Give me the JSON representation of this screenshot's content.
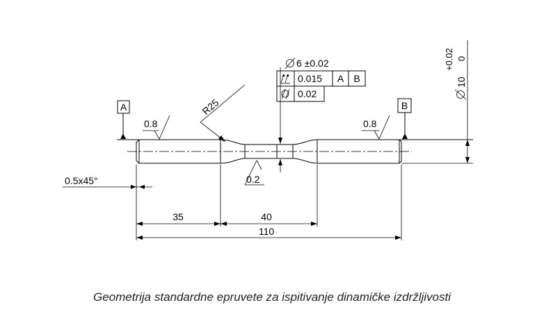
{
  "diagram": {
    "datum_a": "A",
    "datum_b": "B",
    "roughness_left": "0.8",
    "roughness_right": "0.8",
    "roughness_center": "0.2",
    "radius_label": "R25",
    "chamfer_label": "0.5x45°",
    "dim_35": "35",
    "dim_40": "40",
    "dim_110": "110",
    "center_diameter": "6 ±0.02",
    "runout_value": "0.015",
    "runout_datum_a": "A",
    "runout_datum_b": "B",
    "cylindricity_value": "0.02",
    "end_diameter": "10",
    "end_tol_upper": "+0.02",
    "end_tol_lower": "0"
  },
  "caption": "Geometrija standardne epruvete za ispitivanje dinamičke izdržljivosti"
}
